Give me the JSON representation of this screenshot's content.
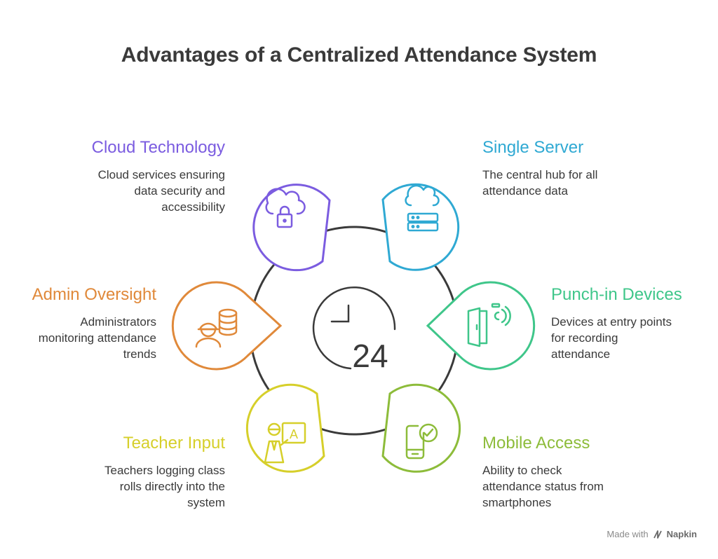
{
  "title": "Advantages of a Centralized Attendance System",
  "center_label": "24",
  "items": [
    {
      "key": "cloud",
      "heading": "Cloud Technology",
      "line1": "Cloud services ensuring",
      "line2": "data security and",
      "line3": "accessibility",
      "color": "#7b5ce0",
      "icon": "cloud-lock-icon"
    },
    {
      "key": "server",
      "heading": "Single Server",
      "line1": "The central hub for all",
      "line2": "attendance data",
      "line3": "",
      "color": "#2fa9d3",
      "icon": "server-cloud-icon"
    },
    {
      "key": "admin",
      "heading": "Admin Oversight",
      "line1": "Administrators",
      "line2": "monitoring attendance",
      "line3": "trends",
      "color": "#e0893a",
      "icon": "admin-database-icon"
    },
    {
      "key": "punch",
      "heading": "Punch-in Devices",
      "line1": "Devices at entry points",
      "line2": "for recording",
      "line3": "attendance",
      "color": "#3fc68a",
      "icon": "door-sensor-icon"
    },
    {
      "key": "teacher",
      "heading": "Teacher Input",
      "line1": "Teachers logging class",
      "line2": "rolls directly into the",
      "line3": "system",
      "color": "#d6cf2a",
      "icon": "teacher-board-icon"
    },
    {
      "key": "mobile",
      "heading": "Mobile Access",
      "line1": "Ability to check",
      "line2": "attendance status from",
      "line3": "smartphones",
      "color": "#8dbc3a",
      "icon": "mobile-check-icon"
    }
  ],
  "footer": {
    "made_with": "Made with",
    "brand": "Napkin"
  }
}
